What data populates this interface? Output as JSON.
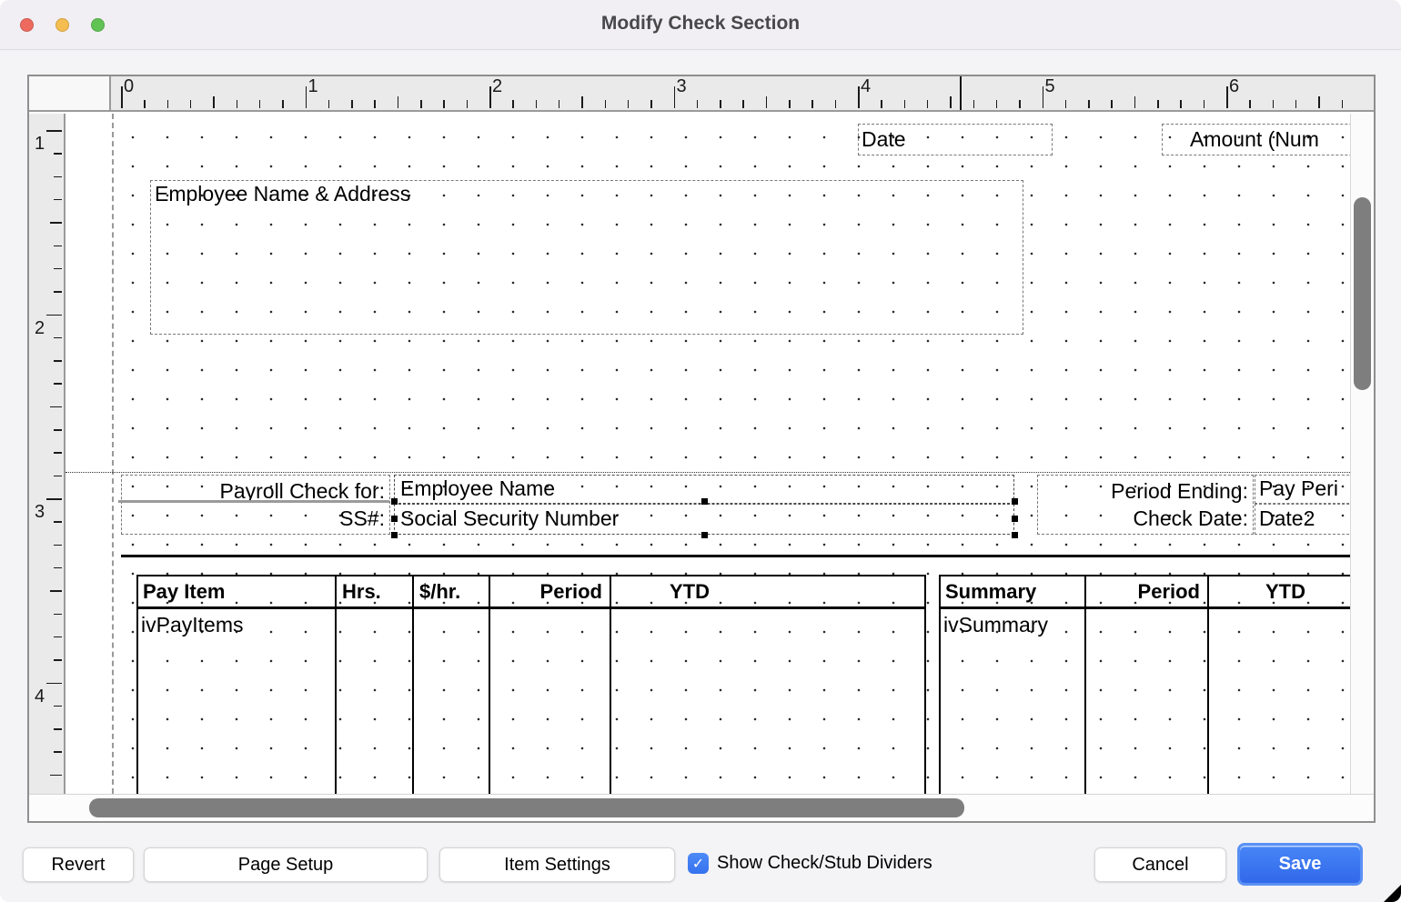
{
  "window": {
    "title": "Modify Check Section"
  },
  "rulers": {
    "horizontal": [
      "0",
      "1",
      "2",
      "3",
      "4",
      "5",
      "6"
    ],
    "vertical": [
      "1",
      "2",
      "3",
      "4"
    ]
  },
  "design": {
    "date_field": "Date",
    "amount_field": "Amount (Num",
    "employee_address_field": "Employee Name & Address",
    "payroll_check_label": "Payroll Check for:",
    "employee_name_field": "Employee Name",
    "ssn_label": "SS#:",
    "ssn_field": "Social Security Number",
    "period_ending_label": "Period Ending:",
    "pay_period_field": "Pay Peri",
    "check_date_label": "Check Date:",
    "check_date_field": "Date2",
    "pay_table": {
      "headers": [
        "Pay Item",
        "Hrs.",
        "$/hr.",
        "Period",
        "YTD"
      ],
      "body_label": "ivPayItems"
    },
    "summary_table": {
      "headers": [
        "Summary",
        "Period",
        "YTD"
      ],
      "body_label": "ivSummary"
    }
  },
  "footer": {
    "revert": "Revert",
    "page_setup": "Page Setup",
    "item_settings": "Item Settings",
    "show_dividers_label": "Show Check/Stub Dividers",
    "show_dividers_checked": true,
    "cancel": "Cancel",
    "save": "Save"
  },
  "colors": {
    "accent_blue": "#3571ee",
    "selection_handle": "#000000"
  }
}
